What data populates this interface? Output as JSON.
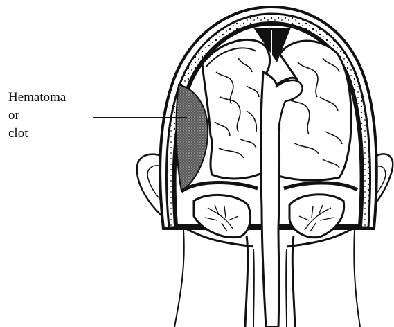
{
  "label": {
    "line1": "Hematoma",
    "line2": "or",
    "line3": "clot"
  },
  "colors": {
    "ink": "#111111",
    "background": "#ffffff",
    "clot_fill": "#3a3a3a"
  }
}
